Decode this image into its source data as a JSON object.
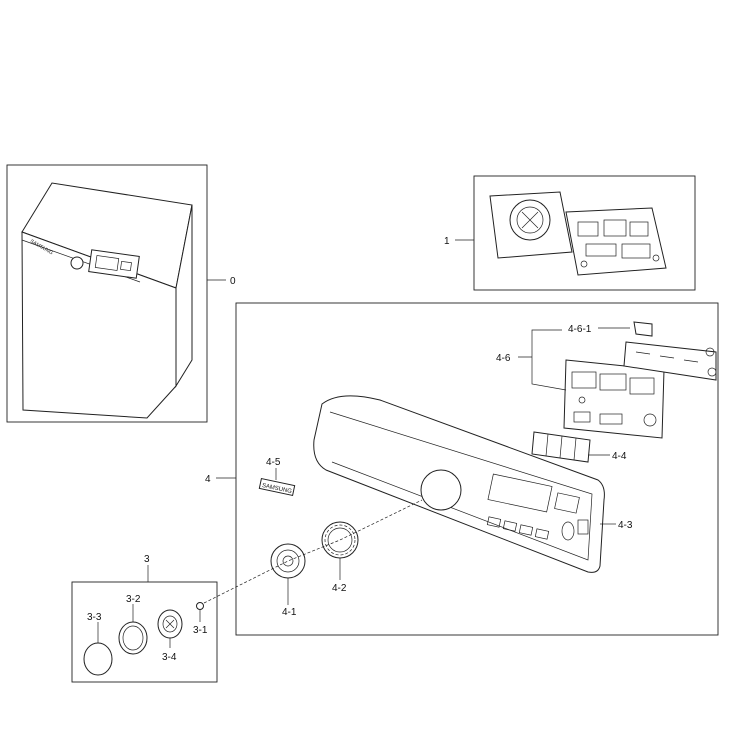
{
  "diagram": {
    "labels": {
      "l0": "0",
      "l1": "1",
      "l3": "3",
      "l3_1": "3-1",
      "l3_2": "3-2",
      "l3_3": "3-3",
      "l3_4": "3-4",
      "l4": "4",
      "l4_1": "4-1",
      "l4_2": "4-2",
      "l4_3": "4-3",
      "l4_4": "4-4",
      "l4_5": "4-5",
      "l4_6": "4-6",
      "l4_6_1": "4-6-1"
    },
    "brand_marks": {
      "cabinet": "SAMSUNG",
      "badge": "SAMSUNG"
    }
  }
}
